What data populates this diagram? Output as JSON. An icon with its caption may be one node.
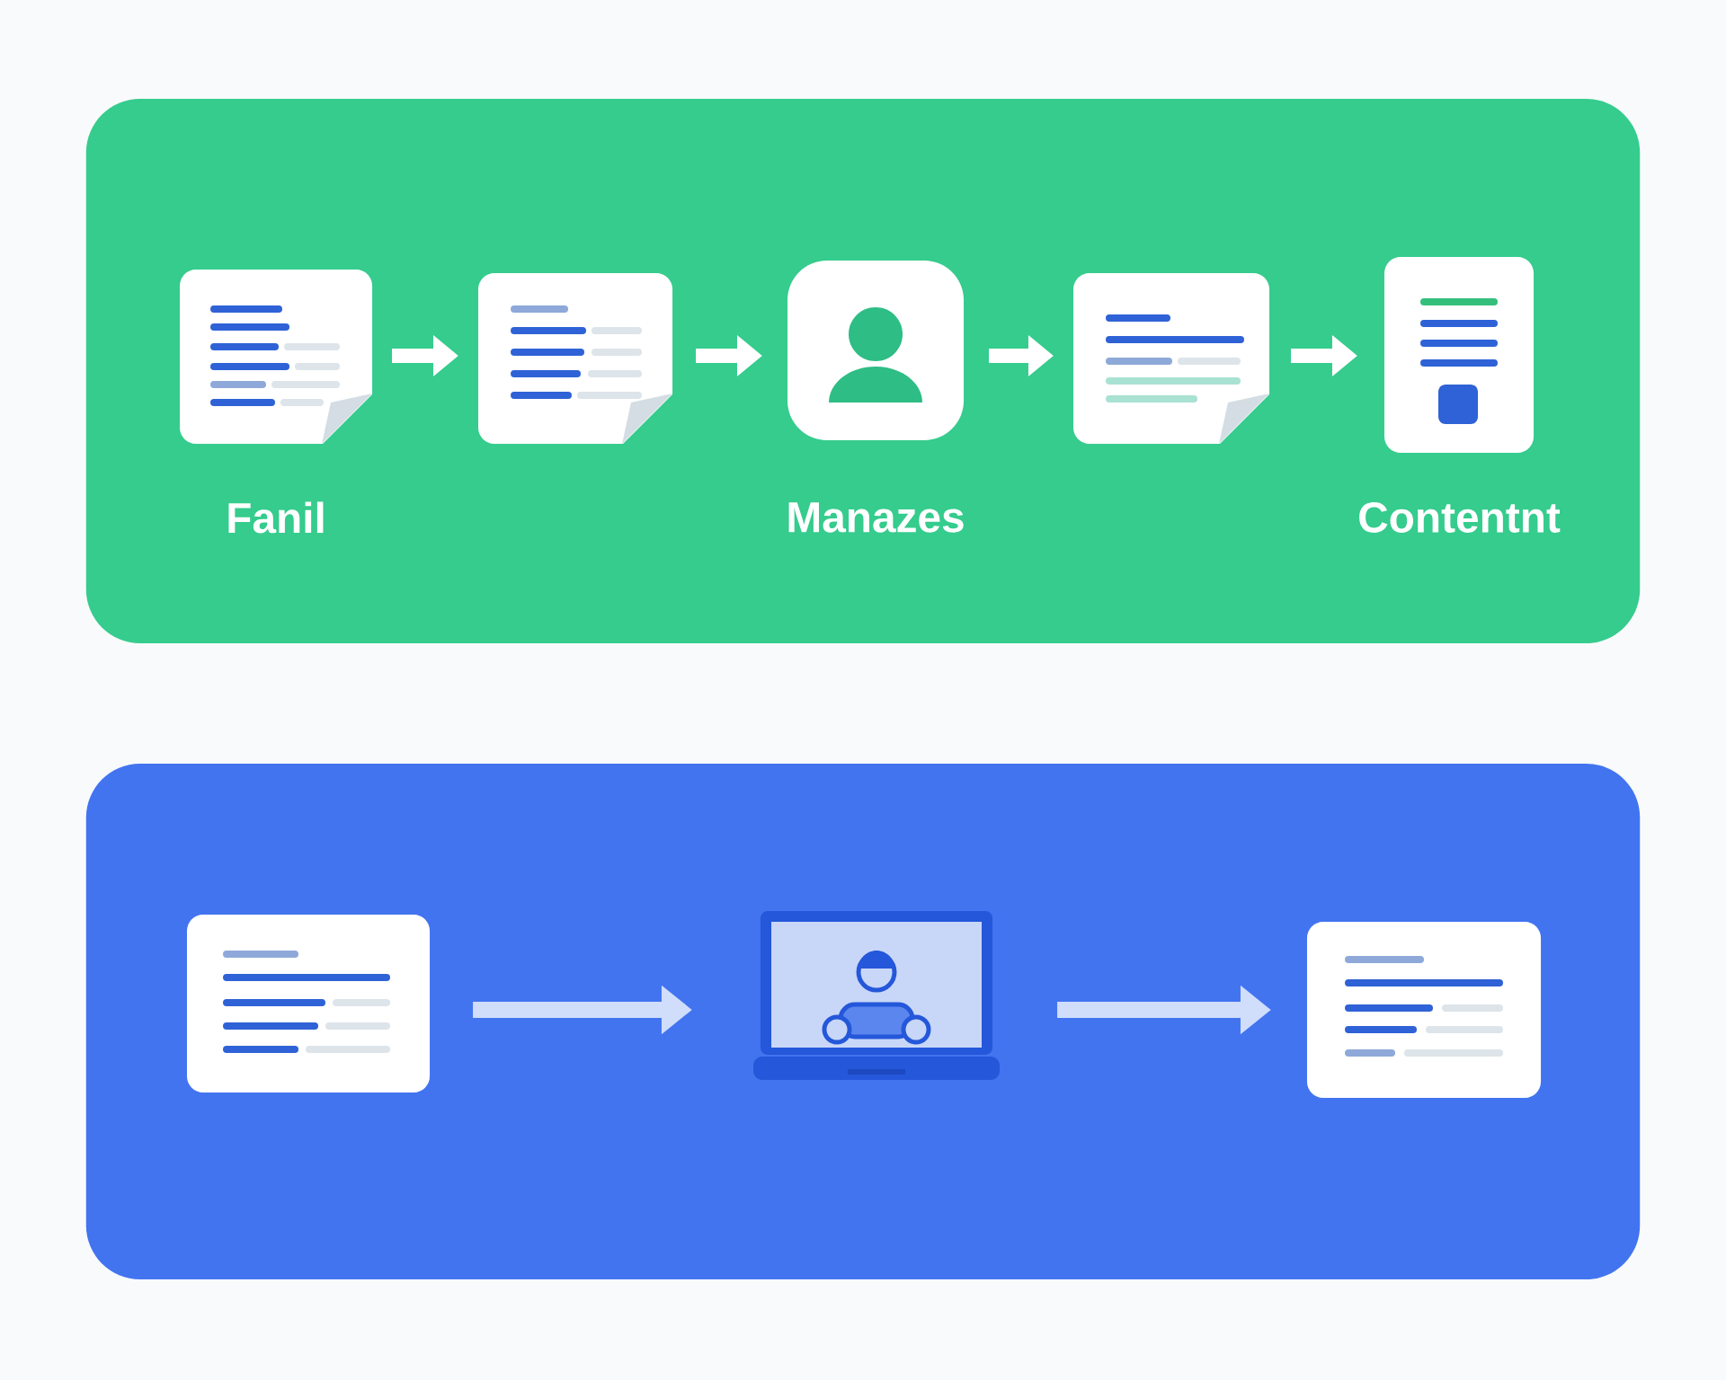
{
  "diagram": {
    "nodes": [
      {
        "text": [],
        "shape": "box"
      },
      {
        "text": [],
        "shape": "document",
        "in": 0,
        "beside": [
          "Fanil"
        ]
      },
      {
        "text": [],
        "shape": "document",
        "in": 0
      },
      {
        "text": [],
        "shape": "person",
        "in": 0,
        "beside": [
          "Manazes"
        ]
      },
      {
        "text": [],
        "shape": "document",
        "in": 0
      },
      {
        "text": [],
        "shape": "document",
        "in": 0,
        "beside": [
          "Contentnt"
        ]
      },
      {
        "text": [],
        "shape": "box"
      },
      {
        "text": [],
        "shape": "document",
        "in": 6
      },
      {
        "text": [],
        "shape": "laptop",
        "in": 6
      },
      {
        "text": [],
        "shape": "document",
        "in": 6
      }
    ],
    "edges": [
      {
        "from": 1,
        "to": 2,
        "arrow": "to"
      },
      {
        "from": 2,
        "to": 3,
        "arrow": "to"
      },
      {
        "from": 3,
        "to": 4,
        "arrow": "to"
      },
      {
        "from": 4,
        "to": 5,
        "arrow": "to"
      },
      {
        "from": 7,
        "to": 8,
        "arrow": "to",
        "color": "#d0ddfb"
      },
      {
        "from": 8,
        "to": 9,
        "arrow": "to",
        "color": "#d0ddfb"
      }
    ]
  }
}
